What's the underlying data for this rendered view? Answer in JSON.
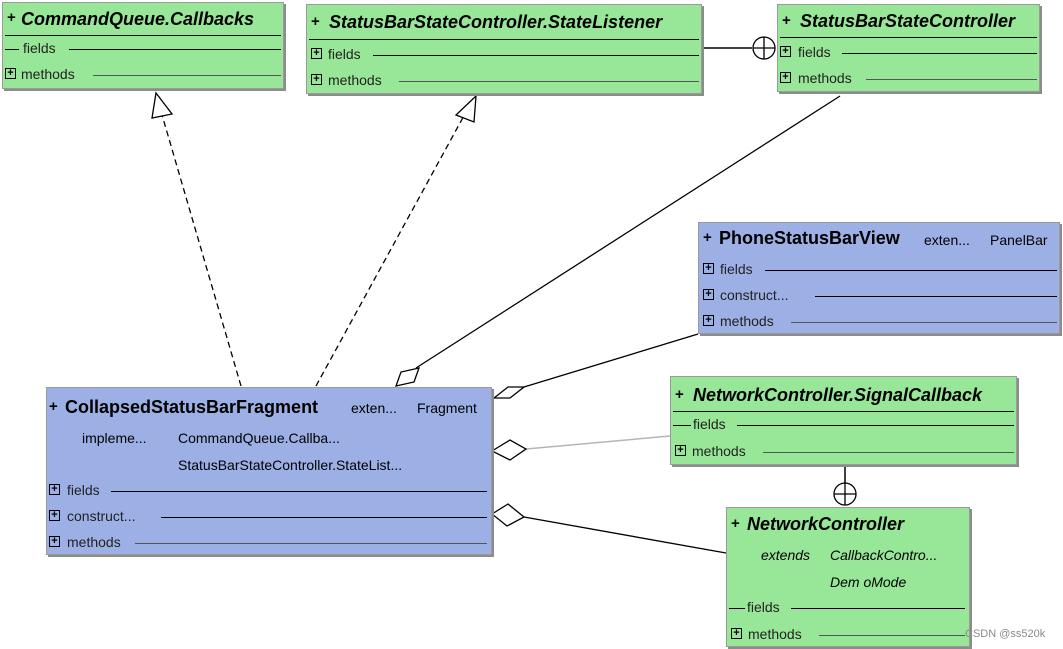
{
  "classes": {
    "command_queue_callbacks": {
      "name": "CommandQueue.Callbacks",
      "fields": "fields",
      "methods": "methods"
    },
    "state_listener": {
      "name": "StatusBarStateController.StateListener",
      "fields": "fields",
      "methods": "methods"
    },
    "status_bar_state_controller": {
      "name": "StatusBarStateController",
      "fields": "fields",
      "methods": "methods"
    },
    "phone_status_bar_view": {
      "name": "PhoneStatusBarView",
      "extends_kw": "exten...",
      "extends": "PanelBar",
      "fields": "fields",
      "constructors": "construct...",
      "methods": "methods"
    },
    "collapsed_status_bar_fragment": {
      "name": "CollapsedStatusBarFragment",
      "extends_kw": "exten...",
      "extends": "Fragment",
      "implements_kw": "impleme...",
      "implements": [
        "CommandQueue.Callba...",
        "StatusBarStateController.StateList..."
      ],
      "fields": "fields",
      "constructors": "construct...",
      "methods": "methods"
    },
    "signal_callback": {
      "name": "NetworkController.SignalCallback",
      "fields": "fields",
      "methods": "methods"
    },
    "network_controller": {
      "name": "NetworkController",
      "extends_kw": "extends",
      "extends": [
        "CallbackContro...",
        "Dem oMode"
      ],
      "fields": "fields",
      "methods": "methods"
    }
  },
  "plus_glyph": "+",
  "expand_glyph": "+",
  "watermark": "CSDN @ss520k",
  "colors": {
    "interface_green": "#98e798",
    "class_blue": "#9db0e6"
  }
}
